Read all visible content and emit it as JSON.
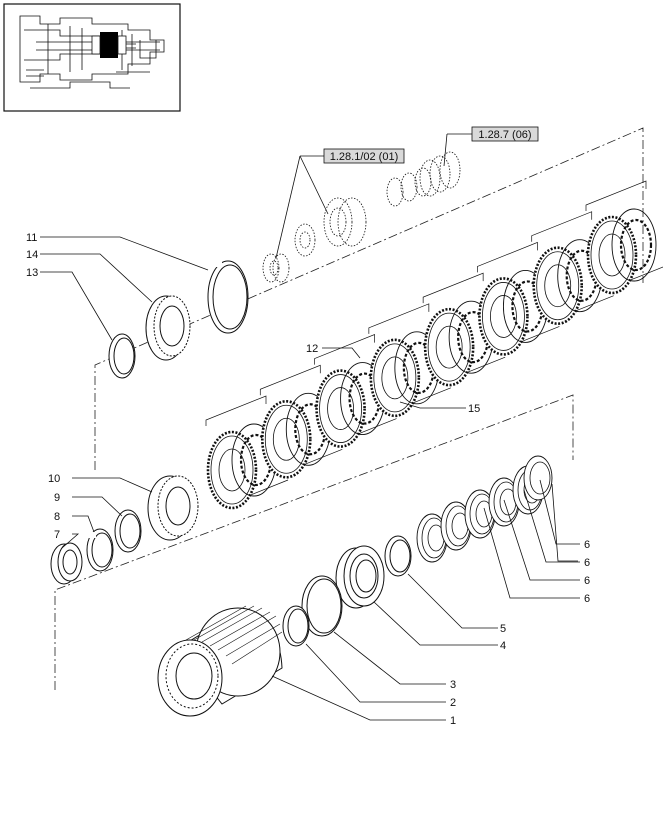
{
  "references": [
    {
      "id": "ref-1",
      "text": "1.28.1/02 (01)"
    },
    {
      "id": "ref-2",
      "text": "1.28.7 (06)"
    }
  ],
  "callouts": [
    {
      "id": "c11",
      "text": "11"
    },
    {
      "id": "c14",
      "text": "14"
    },
    {
      "id": "c13",
      "text": "13"
    },
    {
      "id": "c12",
      "text": "12"
    },
    {
      "id": "c15",
      "text": "15"
    },
    {
      "id": "c10",
      "text": "10"
    },
    {
      "id": "c9",
      "text": "9"
    },
    {
      "id": "c8",
      "text": "8"
    },
    {
      "id": "c7",
      "text": "7"
    },
    {
      "id": "c6a",
      "text": "6"
    },
    {
      "id": "c6b",
      "text": "6"
    },
    {
      "id": "c6c",
      "text": "6"
    },
    {
      "id": "c6d",
      "text": "6"
    },
    {
      "id": "c5",
      "text": "5"
    },
    {
      "id": "c4",
      "text": "4"
    },
    {
      "id": "c3",
      "text": "3"
    },
    {
      "id": "c2",
      "text": "2"
    },
    {
      "id": "c1",
      "text": "1"
    }
  ],
  "colors": {
    "line": "#111111",
    "inset_fill": "#000000",
    "ref_box": "#d9d9d9"
  },
  "icons": [
    "thumbnail-location-diagram"
  ]
}
